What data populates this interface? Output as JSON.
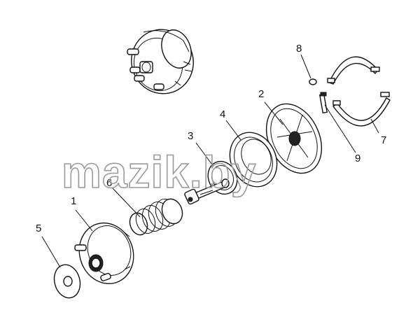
{
  "watermark": {
    "text": "mazik.by"
  },
  "corner_mark": "",
  "callouts": [
    {
      "id": "part-1",
      "label": "1"
    },
    {
      "id": "part-2",
      "label": "2"
    },
    {
      "id": "part-3",
      "label": "3"
    },
    {
      "id": "part-4",
      "label": "4"
    },
    {
      "id": "part-5",
      "label": "5"
    },
    {
      "id": "part-6",
      "label": "6"
    },
    {
      "id": "part-7",
      "label": "7"
    },
    {
      "id": "part-8",
      "label": "8"
    },
    {
      "id": "part-9",
      "label": "9"
    }
  ],
  "colors": {
    "line": "#111111",
    "watermark": "#9a9a9a",
    "background": "#ffffff"
  }
}
